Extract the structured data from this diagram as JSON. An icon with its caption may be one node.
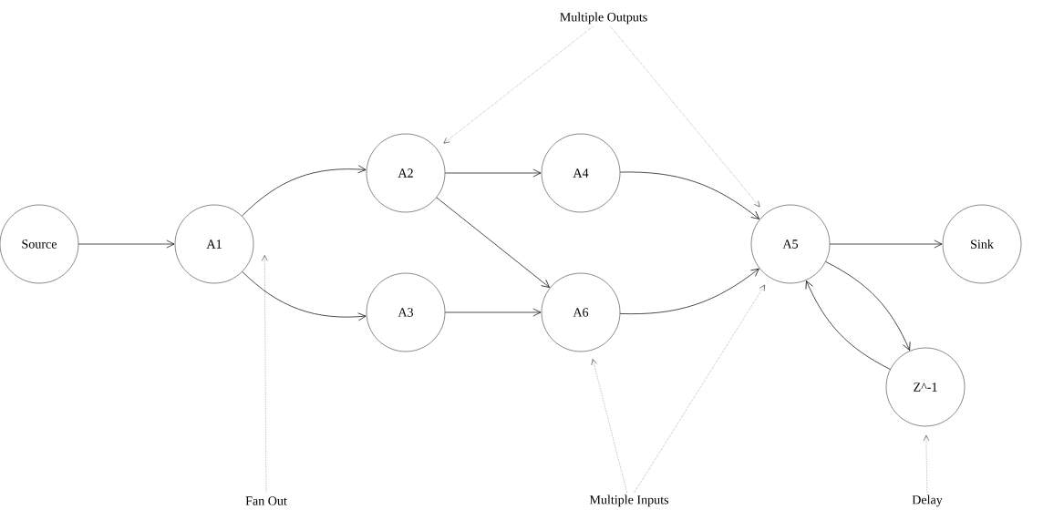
{
  "diagram": {
    "nodes": [
      {
        "text": [
          "Source"
        ]
      },
      {
        "text": [
          "A1"
        ]
      },
      {
        "text": [
          "A2"
        ]
      },
      {
        "text": [
          "A3"
        ]
      },
      {
        "text": [
          "A4"
        ]
      },
      {
        "text": [
          "A6"
        ]
      },
      {
        "text": [
          "A5"
        ]
      },
      {
        "text": [
          "Sink"
        ]
      },
      {
        "text": [
          "Z^-1"
        ]
      },
      {
        "text": [
          "Multiple Outputs"
        ]
      },
      {
        "text": [
          "Fan Out"
        ]
      },
      {
        "text": [
          "Multiple Inputs"
        ]
      },
      {
        "text": [
          "Delay"
        ]
      }
    ],
    "edges": [
      {
        "from": 0,
        "to": 1,
        "arrow": "to"
      },
      {
        "from": 1,
        "to": 2,
        "arrow": "to"
      },
      {
        "from": 1,
        "to": 3,
        "arrow": "to"
      },
      {
        "from": 2,
        "to": 4,
        "arrow": "to"
      },
      {
        "from": 2,
        "to": 5,
        "arrow": "to"
      },
      {
        "from": 3,
        "to": 5,
        "arrow": "to"
      },
      {
        "from": 4,
        "to": 6,
        "arrow": "to"
      },
      {
        "from": 5,
        "to": 6,
        "arrow": "to"
      },
      {
        "from": 6,
        "to": 7,
        "arrow": "to"
      },
      {
        "from": 6,
        "to": 8,
        "arrow": "to"
      },
      {
        "from": 8,
        "to": 6,
        "arrow": "to"
      },
      {
        "from": 9,
        "to": 2,
        "arrow": "to",
        "style": "dashed"
      },
      {
        "from": 9,
        "to": 6,
        "arrow": "to",
        "style": "dashed"
      },
      {
        "from": 10,
        "to": 1,
        "arrow": "to",
        "style": "dashed"
      },
      {
        "from": 11,
        "to": 5,
        "arrow": "to",
        "style": "dashed"
      },
      {
        "from": 11,
        "to": 6,
        "arrow": "to",
        "style": "dashed"
      },
      {
        "from": 12,
        "to": 8,
        "arrow": "to",
        "style": "dashed"
      }
    ]
  }
}
